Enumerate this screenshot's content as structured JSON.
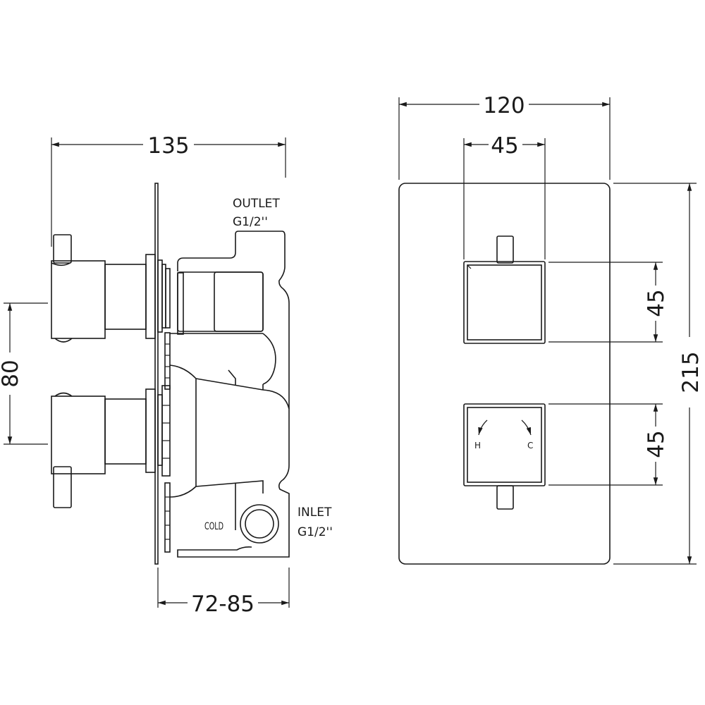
{
  "side_view": {
    "width_dim": "135",
    "spacing_dim": "80",
    "depth_dim": "72-85",
    "outlet_label": "OUTLET",
    "outlet_thread": "G1/2''",
    "inlet_label": "INLET",
    "inlet_thread": "G1/2''",
    "cold_label": "COLD"
  },
  "front_view": {
    "width_dim": "120",
    "handle_width_dim": "45",
    "height_dim": "215",
    "upper_handle_dim": "45",
    "lower_handle_dim": "45",
    "hot_label": "H",
    "cold_label": "C"
  },
  "colors": {
    "line": "#1a1a1a",
    "background": "#ffffff"
  }
}
